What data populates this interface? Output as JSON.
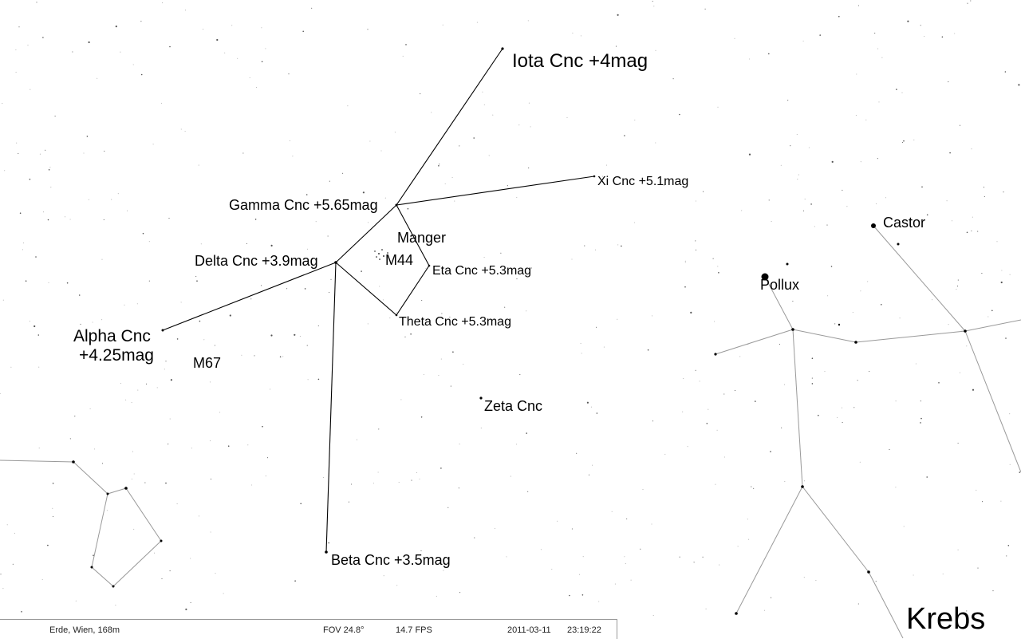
{
  "sky": {
    "labels": {
      "iota": "Iota Cnc +4mag",
      "xi": "Xi Cnc +5.1mag",
      "gamma": "Gamma Cnc +5.65mag",
      "manger": "Manger",
      "m44": "M44",
      "delta": "Delta Cnc +3.9mag",
      "eta": "Eta Cnc +5.3mag",
      "theta": "Theta Cnc +5.3mag",
      "alpha_line1": "Alpha Cnc",
      "alpha_line2": "+4.25mag",
      "m67": "M67",
      "zeta": "Zeta Cnc",
      "beta": "Beta Cnc +3.5mag",
      "castor": "Castor",
      "pollux": "Pollux",
      "constellation": "Krebs"
    },
    "colors": {
      "background": "#ffffff",
      "cancer_lines": "#000000",
      "other_lines": "#999999",
      "stars": "#000000"
    }
  },
  "status_bar": {
    "location": "Erde, Wien, 168m",
    "fov": "FOV 24.8°",
    "fps": "14.7 FPS",
    "date": "2011-03-11",
    "time": "23:19:22"
  }
}
